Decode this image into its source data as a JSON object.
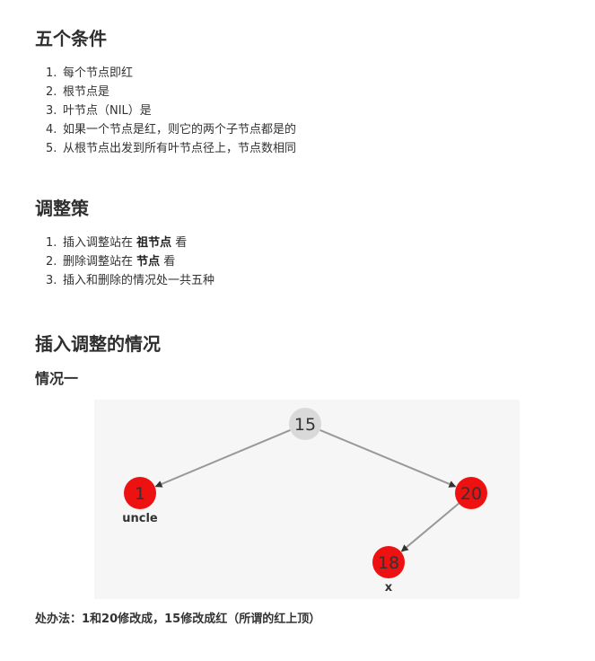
{
  "section1": {
    "title": "五个条件",
    "items": [
      {
        "num": "1.",
        "text": "每个节点即红"
      },
      {
        "num": "2.",
        "text": "根节点是"
      },
      {
        "num": "3.",
        "text": "叶节点（NIL）是"
      },
      {
        "num": "4.",
        "text": "如果一个节点是红，则它的两个子节点都是的"
      },
      {
        "num": "5.",
        "text": "从根节点出发到所有叶节点径上，节点数相同"
      }
    ]
  },
  "section2": {
    "title": "调整策",
    "items": [
      {
        "num": "1.",
        "pre": "插入调整站在 ",
        "strong": "祖节点",
        "post": " 看"
      },
      {
        "num": "2.",
        "pre": "删除调整站在 ",
        "strong": "节点",
        "post": " 看"
      },
      {
        "num": "3.",
        "text": "插入和删除的情况处一共五种"
      }
    ]
  },
  "section3": {
    "title": "插入调整的情况",
    "subtitle": "情况一",
    "tree": {
      "nodes": [
        {
          "id": "n15",
          "label": "15",
          "color": "#d9d9d9",
          "caption": ""
        },
        {
          "id": "n1",
          "label": "1",
          "color": "#ee1111",
          "caption": "uncle"
        },
        {
          "id": "n20",
          "label": "20",
          "color": "#ee1111",
          "caption": ""
        },
        {
          "id": "n18",
          "label": "18",
          "color": "#ee1111",
          "caption": "x"
        }
      ],
      "edges": [
        {
          "from": "n15",
          "to": "n1"
        },
        {
          "from": "n15",
          "to": "n20"
        },
        {
          "from": "n20",
          "to": "n18"
        }
      ]
    },
    "note": "处办法：1和20修改成，15修改成红（所谓的红上顶）"
  }
}
